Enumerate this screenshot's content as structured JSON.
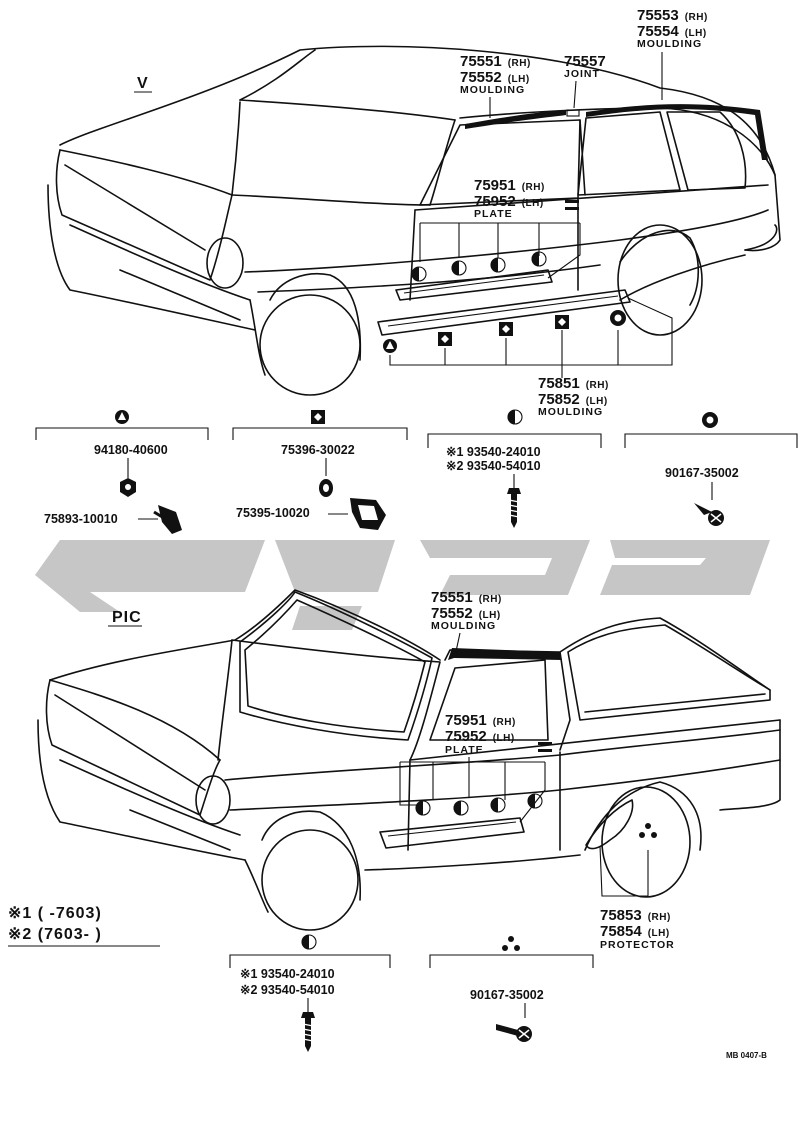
{
  "variant_v": "V",
  "variant_pic": "PIC",
  "v": {
    "mould_top": {
      "p1": "75553",
      "s1": "(RH)",
      "p2": "75554",
      "s2": "(LH)",
      "name": "MOULDING"
    },
    "mould_roof": {
      "p1": "75551",
      "s1": "(RH)",
      "p2": "75552",
      "s2": "(LH)",
      "name": "MOULDING"
    },
    "joint": {
      "p1": "75557",
      "name": "JOINT"
    },
    "plate": {
      "p1": "75951",
      "s1": "(RH)",
      "p2": "75952",
      "s2": "(LH)",
      "name": "PLATE"
    },
    "mould_rocker": {
      "p1": "75851",
      "s1": "(RH)",
      "p2": "75852",
      "s2": "(LH)",
      "name": "MOULDING"
    }
  },
  "fasteners": {
    "triangle": {
      "nut": "94180-40600",
      "clip": "75893-10010"
    },
    "diamond": {
      "nut": "75396-30022",
      "clip": "75395-10020"
    },
    "half_circle": {
      "l1": "※1 93540-24010",
      "l2": "※2 93540-54010"
    },
    "ring": {
      "screw": "90167-35002"
    }
  },
  "pic": {
    "mould_roof": {
      "p1": "75551",
      "s1": "(RH)",
      "p2": "75552",
      "s2": "(LH)",
      "name": "MOULDING"
    },
    "plate": {
      "p1": "75951",
      "s1": "(RH)",
      "p2": "75952",
      "s2": "(LH)",
      "name": "PLATE"
    },
    "protector": {
      "p1": "75853",
      "s1": "(RH)",
      "p2": "75854",
      "s2": "(LH)",
      "name": "PROTECTOR"
    }
  },
  "notes": {
    "n1": "※1 (      -7603)",
    "n2": "※2 (7603-        )"
  },
  "bottom": {
    "half_circle": {
      "l1": "※1 93540-24010",
      "l2": "※2 93540-54010"
    },
    "trefoil": {
      "screw": "90167-35002"
    }
  },
  "doc_code": "MB 0407-B"
}
